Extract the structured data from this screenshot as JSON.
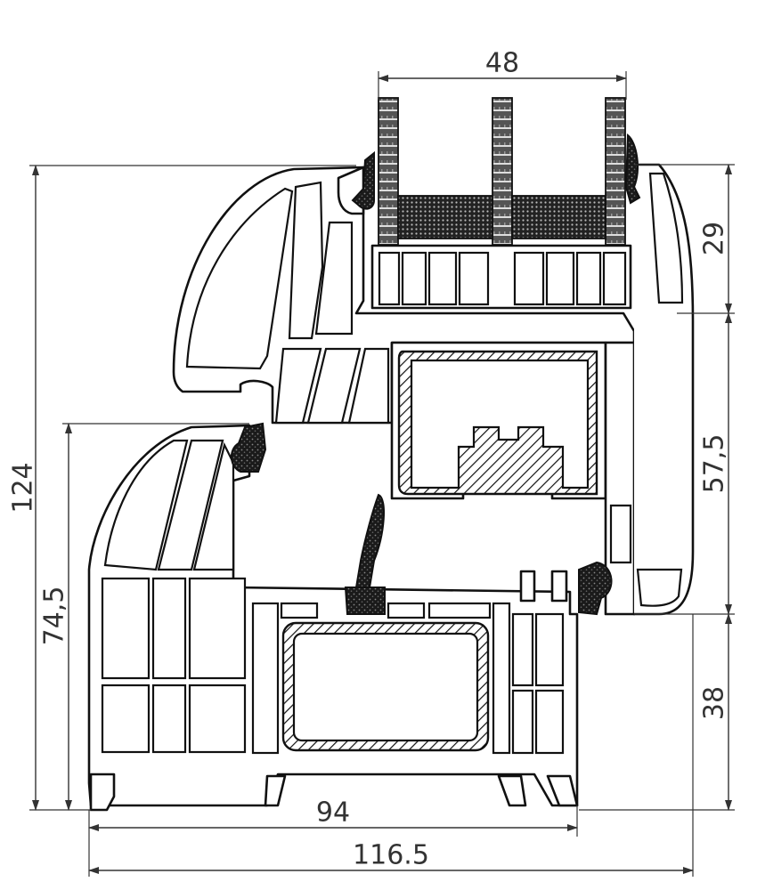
{
  "colors": {
    "line": "#111111",
    "dimension": "#333333",
    "background": "#ffffff"
  },
  "dimensions": {
    "glazing_width": "48",
    "upper_height": "29",
    "middle_height": "57,5",
    "lower_height": "38",
    "total_height": "124",
    "frame_height": "74,5",
    "frame_depth": "94",
    "total_depth": "116.5"
  }
}
